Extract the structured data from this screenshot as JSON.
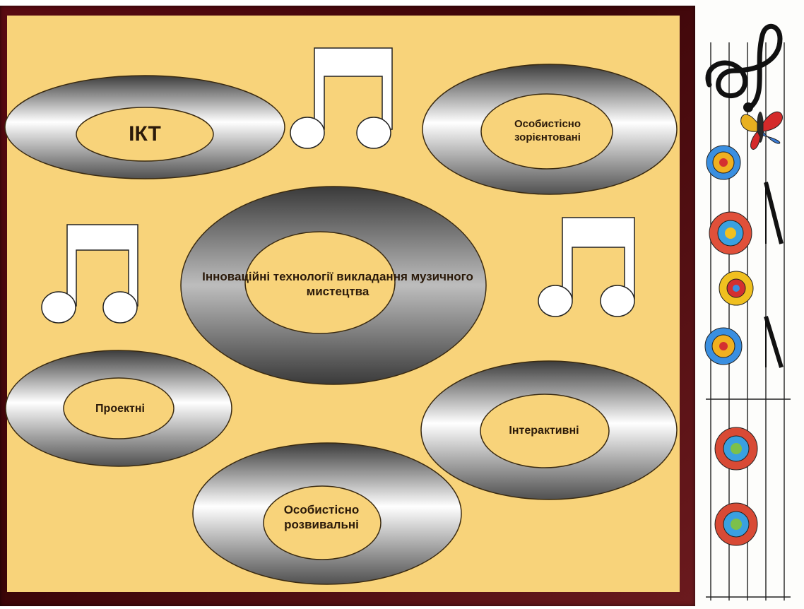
{
  "slide": {
    "center_title": "Інноваційні технології викладання музичного мистецтва",
    "ovals": [
      {
        "id": "ikt",
        "label": "ІКТ"
      },
      {
        "id": "personal-oriented",
        "label": "Особистісно зорієнтовані"
      },
      {
        "id": "project",
        "label": "Проектні"
      },
      {
        "id": "interactive",
        "label": "Інтерактивні"
      },
      {
        "id": "personal-developing",
        "label": "Особистісно розвивальні"
      }
    ]
  },
  "colors": {
    "background": "#f8d37a",
    "frame": "#4a0a10",
    "inner_oval": "#f8d37a",
    "outline": "#3a2a10"
  },
  "icons": [
    "music-note-icon",
    "treble-clef-icon",
    "butterfly-icon",
    "flower-icon"
  ]
}
